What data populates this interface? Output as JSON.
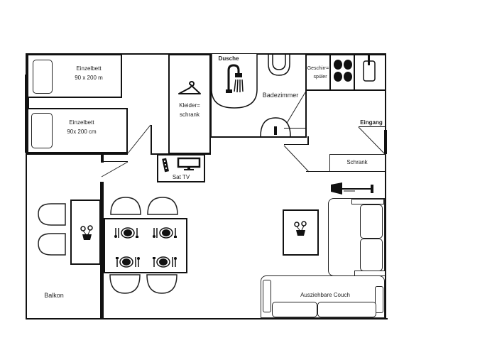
{
  "plan": {
    "rooms": {
      "bed1": {
        "title": "Einzelbett",
        "size": "90 x 200 m"
      },
      "bed2": {
        "title": "Einzelbett",
        "size": "90x 200 cm"
      },
      "wardrobe": {
        "line1": "Kleider=",
        "line2": "schrank"
      },
      "shower": "Dusche",
      "bathroom": "Badezimmer",
      "dishwasher": {
        "line1": "Geschirr=",
        "line2": "spüler"
      },
      "entrance": "Eingang",
      "cabinet": "Schrank",
      "tv": "Sat TV",
      "balcony": "Balkon",
      "couch": "Ausziehbare Couch"
    },
    "icons": [
      "hanger-icon",
      "shower-icon",
      "toilet-icon",
      "sink-icon",
      "stove-icon",
      "fridge-icon",
      "tv-icon",
      "remote-icon",
      "floor-lamp-icon",
      "plant-icon",
      "place-setting-icon"
    ],
    "colors": {
      "wall": "#111111",
      "background": "#ffffff"
    }
  }
}
